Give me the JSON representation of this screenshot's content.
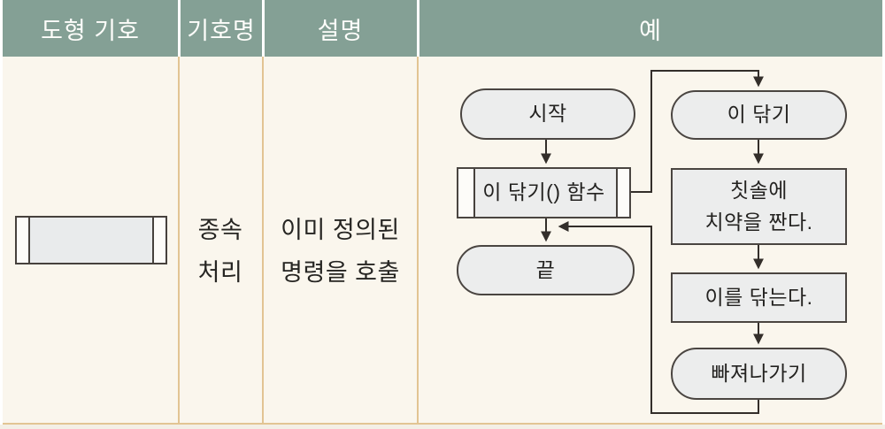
{
  "colors": {
    "header_bg": "#84a095",
    "header_text": "#fdfdfa",
    "body_bg": "#faf6ed",
    "divider_tan": "#e2c493",
    "divider_white": "#ffffff",
    "shape_fill": "#eceded",
    "shape_border": "#4a4541",
    "connector_line": "#332e2a",
    "text": "#262522"
  },
  "header": {
    "col_shape": "도형 기호",
    "col_name": "기호명",
    "col_desc": "설명",
    "col_example": "예"
  },
  "row": {
    "symbol": "predefined-process-symbol",
    "name_lines": [
      "종속",
      "처리"
    ],
    "desc_lines": [
      "이미 정의된",
      "명령을 호출"
    ]
  },
  "flow": {
    "start": "시작",
    "call": "이 닦기() 함수",
    "end": "끝",
    "sub_start": "이 닦기",
    "step1_lines": [
      "칫솔에",
      "치약을 짠다."
    ],
    "step2": "이를 닦는다.",
    "sub_end": "빠져나가기"
  }
}
